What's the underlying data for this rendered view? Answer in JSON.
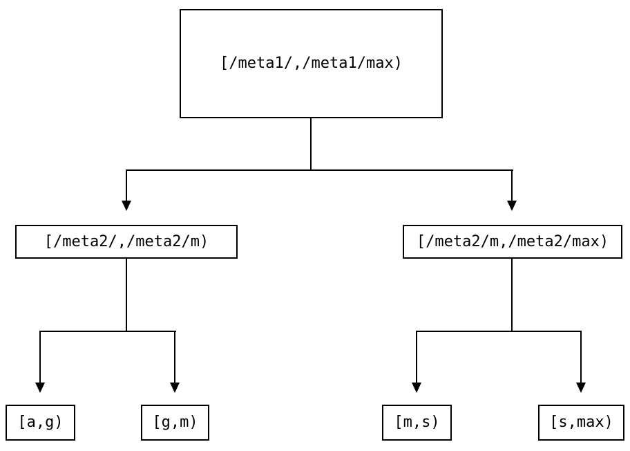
{
  "diagram": {
    "type": "range-addressing-tree",
    "colors": {
      "background": "#ffffff",
      "line": "#000000",
      "text": "#000000"
    },
    "root": {
      "label": "[/meta1/,/meta1/max)"
    },
    "level2": [
      {
        "label": "[/meta2/,/meta2/m)"
      },
      {
        "label": "[/meta2/m,/meta2/max)"
      }
    ],
    "leaves": [
      {
        "label": "[a,g)"
      },
      {
        "label": "[g,m)"
      },
      {
        "label": "[m,s)"
      },
      {
        "label": "[s,max)"
      }
    ],
    "edges": [
      {
        "from": "root",
        "to": "level2.0"
      },
      {
        "from": "root",
        "to": "level2.1"
      },
      {
        "from": "level2.0",
        "to": "leaves.0"
      },
      {
        "from": "level2.0",
        "to": "leaves.1"
      },
      {
        "from": "level2.1",
        "to": "leaves.2"
      },
      {
        "from": "level2.1",
        "to": "leaves.3"
      }
    ]
  }
}
